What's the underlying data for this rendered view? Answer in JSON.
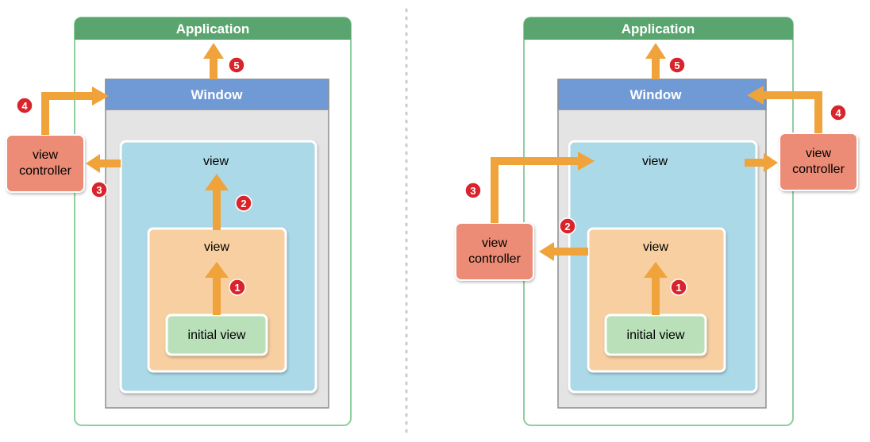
{
  "left_diagram": {
    "application_label": "Application",
    "window_label": "Window",
    "outer_view_label": "view",
    "middle_view_label": "view",
    "initial_view_label": "initial view",
    "view_controller_label_line1": "view",
    "view_controller_label_line2": "controller",
    "steps": [
      "1",
      "2",
      "3",
      "4",
      "5"
    ]
  },
  "right_diagram": {
    "application_label": "Application",
    "window_label": "Window",
    "outer_view_label": "view",
    "middle_view_label": "view",
    "initial_view_label": "initial view",
    "view_controller_top_line1": "view",
    "view_controller_top_line2": "controller",
    "view_controller_mid_line1": "view",
    "view_controller_mid_line2": "controller",
    "steps": [
      "1",
      "2",
      "3",
      "4",
      "5"
    ]
  },
  "colors": {
    "application_green": "#5aa56f",
    "application_border": "#8fcf9f",
    "window_blue": "#6f9ad6",
    "window_gray": "#e4e4e4",
    "view_blue": "#acd9e8",
    "view_orange": "#f7cfa1",
    "initial_green": "#b9e0b9",
    "controller_salmon": "#ec8c76",
    "arrow_orange": "#f0a33b",
    "badge_red": "#d9242b",
    "divider_gray": "#cccccc"
  }
}
